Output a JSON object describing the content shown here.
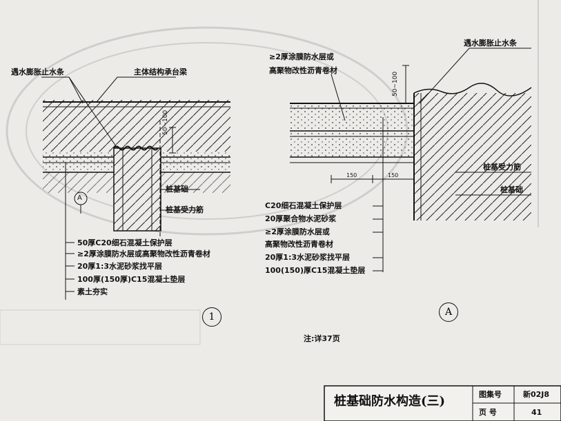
{
  "left_detail": {
    "label_water_stop": "遇水膨胀止水条",
    "label_pile_cap_beam": "主体结构承台梁",
    "dim_50_100": "50~100",
    "label_pile_foundation": "桩基础",
    "label_pile_rebar": "桩基受力筋",
    "section_mark": "1",
    "section_symbol": "A",
    "layers": [
      "50厚C20细石混凝土保护层",
      "≥2厚涂膜防水层或高聚物改性沥青卷材",
      "20厚1:3水泥砂浆找平层",
      "100厚(150厚)C15混凝土垫层",
      "素土夯实"
    ],
    "caption_number": "1"
  },
  "right_detail": {
    "label_membrane_line1": "≥2厚涂膜防水层或",
    "label_membrane_line2": "高聚物改性沥青卷材",
    "dim_50_100": "50~100",
    "label_water_stop": "遇水膨胀止水条",
    "dim_150_a": "150",
    "dim_150_b": "150",
    "label_pile_rebar": "桩基受力筋",
    "label_pile_foundation": "桩基础",
    "layers": [
      "C20细石混凝土保护层",
      "20厚聚合物水泥砂浆",
      "≥2厚涂膜防水层或",
      "高聚物改性沥青卷材",
      "20厚1:3水泥砂浆找平层",
      "100(150)厚C15混凝土垫层"
    ],
    "caption_letter": "A"
  },
  "note": "注:详37页",
  "title_block": {
    "title": "桩基础防水构造(三)",
    "atlas_label": "图集号",
    "atlas_value": "新02J8",
    "page_label": "页  号",
    "page_value": "41"
  },
  "colors": {
    "ink": "#111111",
    "paper": "#ecebe8",
    "stamp": "#b9b9b9"
  }
}
